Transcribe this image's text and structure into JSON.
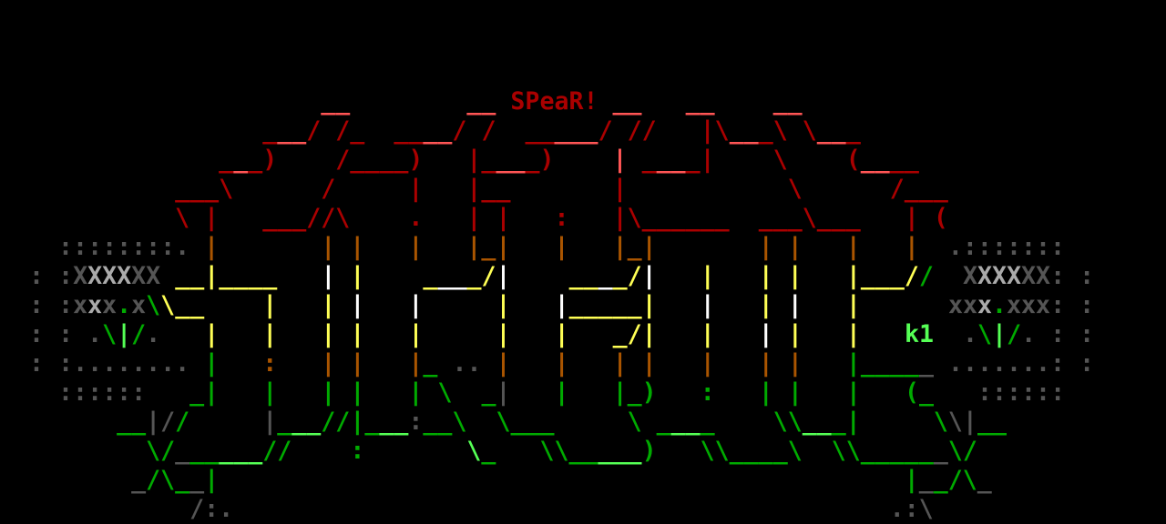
{
  "palette": {
    "r": "#aa0000",
    "R": "#ff5555",
    "y": "#aa5500",
    "Y": "#ffff55",
    "W": "#ffffff",
    "g": "#00aa00",
    "G": "#55ff55",
    "k": "#555555",
    "K": "#aaaaaa"
  },
  "rows": [
    [],
    [],
    [],
    [
      22,
      [
        "__",
        "R"
      ],
      8,
      [
        "__",
        "R"
      ],
      1,
      [
        "SPeaR!",
        "r"
      ],
      1,
      [
        "__",
        "R"
      ],
      3,
      [
        "__",
        "R"
      ],
      4,
      [
        "__",
        "R"
      ]
    ],
    [
      18,
      [
        "_",
        "r"
      ],
      [
        "__",
        "R"
      ],
      [
        "/",
        "r"
      ],
      1,
      [
        "/",
        "r"
      ],
      [
        "_",
        "r"
      ],
      2,
      [
        "__",
        "r"
      ],
      [
        "__",
        "R"
      ],
      [
        "/",
        "r"
      ],
      1,
      [
        "/",
        "r"
      ],
      2,
      [
        "__",
        "r"
      ],
      [
        "___",
        "R"
      ],
      [
        "/",
        "r"
      ],
      1,
      [
        "//",
        "r"
      ],
      3,
      [
        "|\\",
        "r"
      ],
      [
        "__",
        "R"
      ],
      [
        "_",
        "r"
      ],
      [
        "\\",
        "r"
      ],
      1,
      [
        "\\",
        "r"
      ],
      [
        "__",
        "R"
      ],
      [
        "_",
        "r"
      ]
    ],
    [
      15,
      [
        "_",
        "r"
      ],
      [
        "_",
        "R"
      ],
      [
        "_",
        "r"
      ],
      [
        ")",
        "r"
      ],
      4,
      [
        "/",
        "r"
      ],
      [
        "____",
        "r"
      ],
      [
        ")",
        "r"
      ],
      3,
      [
        "|",
        "r"
      ],
      [
        "_",
        "r"
      ],
      [
        "__",
        "R"
      ],
      [
        "_",
        "r"
      ],
      [
        ")",
        "r"
      ],
      4,
      [
        "|",
        "R"
      ],
      1,
      [
        "_",
        "r"
      ],
      [
        "__",
        "R"
      ],
      [
        "_",
        "r"
      ],
      [
        "|",
        "r"
      ],
      4,
      [
        "\\",
        "r"
      ],
      4,
      [
        "(",
        "r"
      ],
      [
        "__",
        "R"
      ],
      [
        "__",
        "r"
      ]
    ],
    [
      12,
      [
        "___",
        "r"
      ],
      [
        "\\",
        "r"
      ],
      6,
      [
        "/",
        "r"
      ],
      5,
      [
        "|",
        "r"
      ],
      3,
      [
        "|__",
        "r"
      ],
      7,
      [
        "|",
        "r"
      ],
      11,
      [
        "\\",
        "r"
      ],
      6,
      [
        "/___",
        "r"
      ]
    ],
    [
      12,
      [
        "\\ |",
        "r"
      ],
      3,
      [
        "___//\\",
        "r"
      ],
      4,
      [
        ".",
        "r"
      ],
      3,
      [
        "| |",
        "r"
      ],
      3,
      [
        ":",
        "r"
      ],
      3,
      [
        "|\\______",
        "r"
      ],
      2,
      [
        "___\\___",
        "r"
      ],
      3,
      [
        "| (",
        "r"
      ]
    ],
    [
      4,
      [
        "::::::::.",
        "k"
      ],
      1,
      [
        "|",
        "y"
      ],
      7,
      [
        "|",
        "y"
      ],
      1,
      [
        "|",
        "y"
      ],
      3,
      [
        "|",
        "y"
      ],
      3,
      [
        "|_|",
        "y"
      ],
      3,
      [
        "|",
        "y"
      ],
      3,
      [
        "|_|",
        "y"
      ],
      7,
      [
        "|",
        "y"
      ],
      1,
      [
        "|",
        "y"
      ],
      3,
      [
        "|",
        "y"
      ],
      3,
      [
        "|",
        "y"
      ],
      2,
      [
        ".:::::::",
        "k"
      ]
    ],
    [
      2,
      [
        ":",
        "k"
      ],
      1,
      [
        ":",
        "k"
      ],
      [
        "X",
        "k"
      ],
      [
        "XXX",
        "K"
      ],
      [
        "XX",
        "k"
      ],
      1,
      [
        "__",
        "Y"
      ],
      [
        "|",
        "Y"
      ],
      [
        "____",
        "Y"
      ],
      3,
      [
        "|",
        "W"
      ],
      1,
      [
        "|",
        "Y"
      ],
      4,
      [
        "_",
        "Y"
      ],
      [
        "__",
        "W"
      ],
      [
        "_/",
        "Y"
      ],
      [
        "|",
        "W"
      ],
      4,
      [
        "__",
        "Y"
      ],
      [
        "_",
        "W"
      ],
      [
        "_/",
        "Y"
      ],
      [
        "|",
        "W"
      ],
      3,
      [
        "|",
        "Y"
      ],
      3,
      [
        "|",
        "Y"
      ],
      1,
      [
        "|",
        "Y"
      ],
      3,
      [
        "|___/",
        "Y"
      ],
      [
        "/",
        "g"
      ],
      2,
      [
        "X",
        "k"
      ],
      [
        "XXX",
        "K"
      ],
      [
        "XX",
        "k"
      ],
      [
        ":",
        "k"
      ],
      1,
      [
        ":",
        "k"
      ]
    ],
    [
      2,
      [
        ":",
        "k"
      ],
      1,
      [
        ":",
        "k"
      ],
      [
        "x",
        "k"
      ],
      [
        "x",
        "K"
      ],
      [
        "x",
        "k"
      ],
      [
        ".",
        "g"
      ],
      [
        "x",
        "k"
      ],
      [
        "\\",
        "g"
      ],
      [
        "\\",
        "Y"
      ],
      [
        "__",
        "Y"
      ],
      4,
      [
        "|",
        "Y"
      ],
      3,
      [
        "|",
        "Y"
      ],
      1,
      [
        "|",
        "W"
      ],
      3,
      [
        "|",
        "W"
      ],
      5,
      [
        "|",
        "Y"
      ],
      3,
      [
        "|",
        "W"
      ],
      [
        "_____",
        "Y"
      ],
      [
        "|",
        "Y"
      ],
      3,
      [
        "|",
        "W"
      ],
      3,
      [
        "|",
        "Y"
      ],
      1,
      [
        "|",
        "W"
      ],
      3,
      [
        "|",
        "Y"
      ],
      6,
      [
        "xx",
        "k"
      ],
      [
        "x",
        "K"
      ],
      [
        ".",
        "g"
      ],
      [
        "xxx",
        "k"
      ],
      [
        ":",
        "k"
      ],
      1,
      [
        ":",
        "k"
      ]
    ],
    [
      2,
      [
        ":",
        "k"
      ],
      1,
      [
        ":",
        "k"
      ],
      1,
      [
        ".",
        "k"
      ],
      [
        "\\",
        "g"
      ],
      [
        "|",
        "G"
      ],
      [
        "/",
        "g"
      ],
      [
        ".",
        "k"
      ],
      3,
      [
        "|",
        "Y"
      ],
      3,
      [
        "|",
        "Y"
      ],
      3,
      [
        "|",
        "Y"
      ],
      1,
      [
        "|",
        "Y"
      ],
      3,
      [
        "|",
        "Y"
      ],
      5,
      [
        "|",
        "Y"
      ],
      3,
      [
        "|",
        "Y"
      ],
      3,
      [
        "_/|",
        "Y"
      ],
      3,
      [
        "|",
        "Y"
      ],
      3,
      [
        "|",
        "W"
      ],
      1,
      [
        "|",
        "Y"
      ],
      3,
      [
        "|",
        "Y"
      ],
      3,
      [
        "k1",
        "G"
      ],
      2,
      [
        ".",
        "k"
      ],
      [
        "\\",
        "g"
      ],
      [
        "|",
        "G"
      ],
      [
        "/",
        "g"
      ],
      [
        ".",
        "k"
      ],
      1,
      [
        ":",
        "k"
      ],
      1,
      [
        ":",
        "k"
      ]
    ],
    [
      2,
      [
        ":",
        "k"
      ],
      1,
      [
        ":",
        "k"
      ],
      [
        "........",
        "k"
      ],
      1,
      [
        "|",
        "g"
      ],
      3,
      [
        ":",
        "y"
      ],
      3,
      [
        "|",
        "y"
      ],
      1,
      [
        "|",
        "y"
      ],
      3,
      [
        "|",
        "y"
      ],
      [
        "_",
        "g"
      ],
      1,
      [
        "..",
        "k"
      ],
      1,
      [
        "|",
        "y"
      ],
      3,
      [
        "|",
        "y"
      ],
      3,
      [
        "|",
        "y"
      ],
      1,
      [
        "|",
        "y"
      ],
      3,
      [
        "|",
        "y"
      ],
      3,
      [
        "|",
        "y"
      ],
      1,
      [
        "|",
        "y"
      ],
      3,
      [
        "|",
        "g"
      ],
      [
        "____",
        "g"
      ],
      [
        "_",
        "k"
      ],
      1,
      [
        ".......",
        "k"
      ],
      [
        ":",
        "k"
      ],
      1,
      [
        ":",
        "k"
      ]
    ],
    [
      4,
      [
        "::::::",
        "k"
      ],
      3,
      [
        "_|",
        "g"
      ],
      3,
      [
        "|",
        "g"
      ],
      3,
      [
        "|",
        "g"
      ],
      1,
      [
        "|",
        "g"
      ],
      3,
      [
        "|",
        "g"
      ],
      1,
      [
        "\\",
        "g"
      ],
      2,
      [
        "_",
        "g"
      ],
      [
        "|",
        "k"
      ],
      3,
      [
        "|",
        "g"
      ],
      3,
      [
        "|_)",
        "g"
      ],
      3,
      [
        ":",
        "g"
      ],
      3,
      [
        "|",
        "g"
      ],
      1,
      [
        "|",
        "g"
      ],
      3,
      [
        "|",
        "g"
      ],
      3,
      [
        "(_",
        "g"
      ],
      3,
      [
        "::::::",
        "k"
      ]
    ],
    [
      8,
      [
        "__",
        "g"
      ],
      [
        "|/",
        "k"
      ],
      [
        "/",
        "g"
      ],
      5,
      [
        "|",
        "k"
      ],
      [
        "_",
        "g"
      ],
      [
        "__",
        "G"
      ],
      [
        "//|",
        "g"
      ],
      [
        "_",
        "g"
      ],
      [
        "__",
        "G"
      ],
      [
        ":",
        "k"
      ],
      [
        "__",
        "g"
      ],
      [
        "\\",
        "g"
      ],
      2,
      [
        "\\___",
        "g"
      ],
      5,
      [
        "\\",
        "g"
      ],
      1,
      [
        "_",
        "g"
      ],
      [
        "__",
        "G"
      ],
      [
        "_",
        "g"
      ],
      4,
      [
        "\\\\",
        "g"
      ],
      [
        "__",
        "G"
      ],
      [
        "_|",
        "g"
      ],
      5,
      [
        "\\",
        "g"
      ],
      [
        "\\|",
        "k"
      ],
      [
        "__",
        "g"
      ]
    ],
    [
      10,
      [
        "\\/",
        "g"
      ],
      [
        "_",
        "k"
      ],
      [
        "__",
        "g"
      ],
      [
        "___",
        "G"
      ],
      [
        "//",
        "g"
      ],
      4,
      [
        ":",
        "g"
      ],
      7,
      [
        "\\",
        "G"
      ],
      [
        "_",
        "g"
      ],
      3,
      [
        "\\\\__",
        "g"
      ],
      [
        "___",
        "G"
      ],
      [
        ")",
        "g"
      ],
      3,
      [
        "\\\\____\\",
        "g"
      ],
      2,
      [
        "\\\\_____",
        "g"
      ],
      [
        "_",
        "k"
      ],
      [
        "\\/",
        "g"
      ]
    ],
    [
      9,
      [
        "_",
        "k"
      ],
      [
        "/\\",
        "g"
      ],
      [
        "_",
        "g"
      ],
      [
        "_",
        "k"
      ],
      [
        "|",
        "g"
      ],
      47,
      [
        "|",
        "g"
      ],
      [
        "_",
        "k"
      ],
      [
        "_",
        "g"
      ],
      [
        "/\\",
        "g"
      ],
      [
        "_",
        "k"
      ]
    ],
    [
      13,
      [
        "/:.",
        "k"
      ],
      45,
      [
        ".:\\",
        "k"
      ]
    ]
  ]
}
